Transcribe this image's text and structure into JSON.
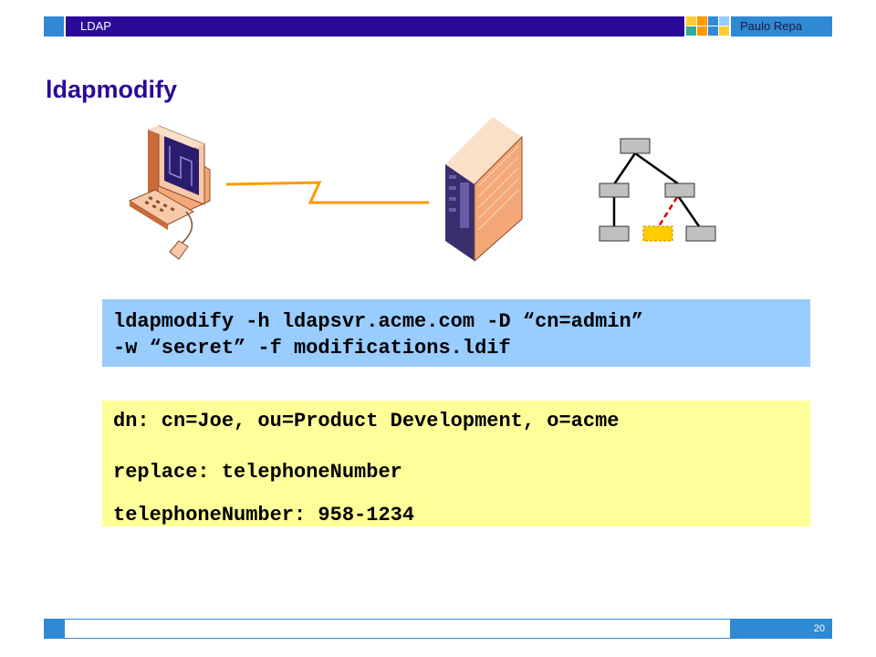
{
  "header": {
    "section_title": "LDAP",
    "author": "Paulo Repa",
    "square_colors": [
      "#ffcc33",
      "#ff9900",
      "#2f8ad3",
      "#99ccff",
      "#33aa99",
      "#ff9900",
      "#2f8ad3",
      "#ffcc33"
    ]
  },
  "slide": {
    "title": "ldapmodify"
  },
  "illustration": {
    "client_icon": "desktop-computer-icon",
    "server_icon": "server-tower-icon",
    "link_icon": "network-link-icon",
    "tree_icon": "directory-tree-icon",
    "node_color": "#c0c0c0",
    "modified_node_color": "#ffcc00",
    "modified_link_color": "#dd0000",
    "link_color": "#ff9900"
  },
  "command": {
    "line1": "ldapmodify -h ldapsvr.acme.com -D “cn=admin”",
    "line2": "-w “secret” -f modifications.ldif",
    "background": "#99ccff"
  },
  "ldif": {
    "line1": "dn: cn=Joe, ou=Product Development, o=acme",
    "line2": "replace: telephoneNumber",
    "line3": "telephoneNumber: 958-1234",
    "background": "#ffff99"
  },
  "footer": {
    "page_number": "20"
  }
}
